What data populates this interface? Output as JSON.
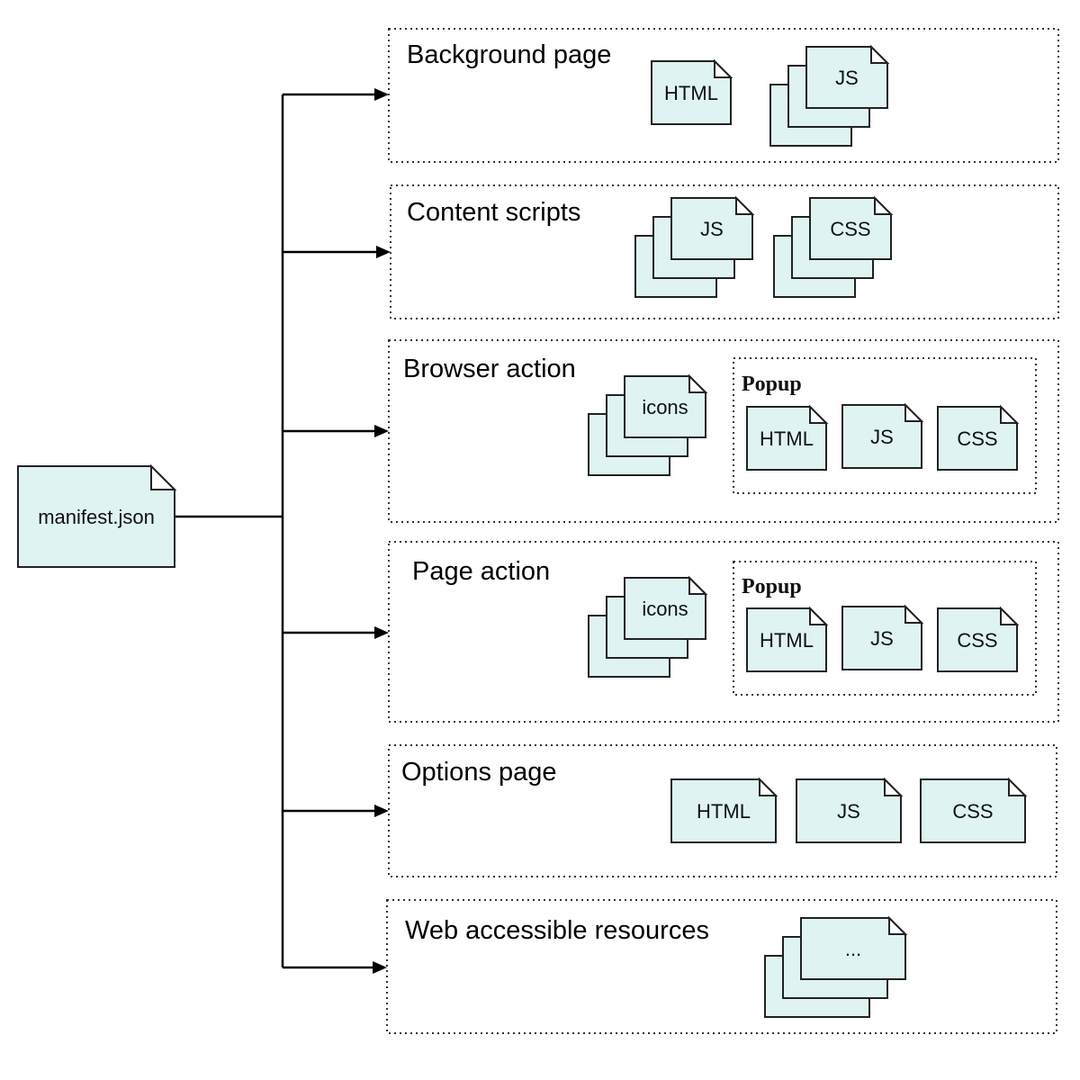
{
  "root": {
    "label": "manifest.json"
  },
  "sections": [
    {
      "title": "Background page",
      "files": [
        "HTML"
      ],
      "stacks": [
        "JS"
      ]
    },
    {
      "title": "Content scripts",
      "files": [],
      "stacks": [
        "JS",
        "CSS"
      ]
    },
    {
      "title": "Browser action",
      "files": [],
      "stacks": [
        "icons"
      ],
      "popup": {
        "title": "Popup",
        "files": [
          "HTML",
          "JS",
          "CSS"
        ]
      }
    },
    {
      "title": "Page action",
      "files": [],
      "stacks": [
        "icons"
      ],
      "popup": {
        "title": "Popup",
        "files": [
          "HTML",
          "JS",
          "CSS"
        ]
      }
    },
    {
      "title": "Options page",
      "files": [
        "HTML",
        "JS",
        "CSS"
      ],
      "stacks": []
    },
    {
      "title": "Web accessible resources",
      "files": [],
      "stacks": [
        "..."
      ]
    }
  ],
  "colors": {
    "file_fill": "#dff3f3",
    "line": "#000000"
  }
}
